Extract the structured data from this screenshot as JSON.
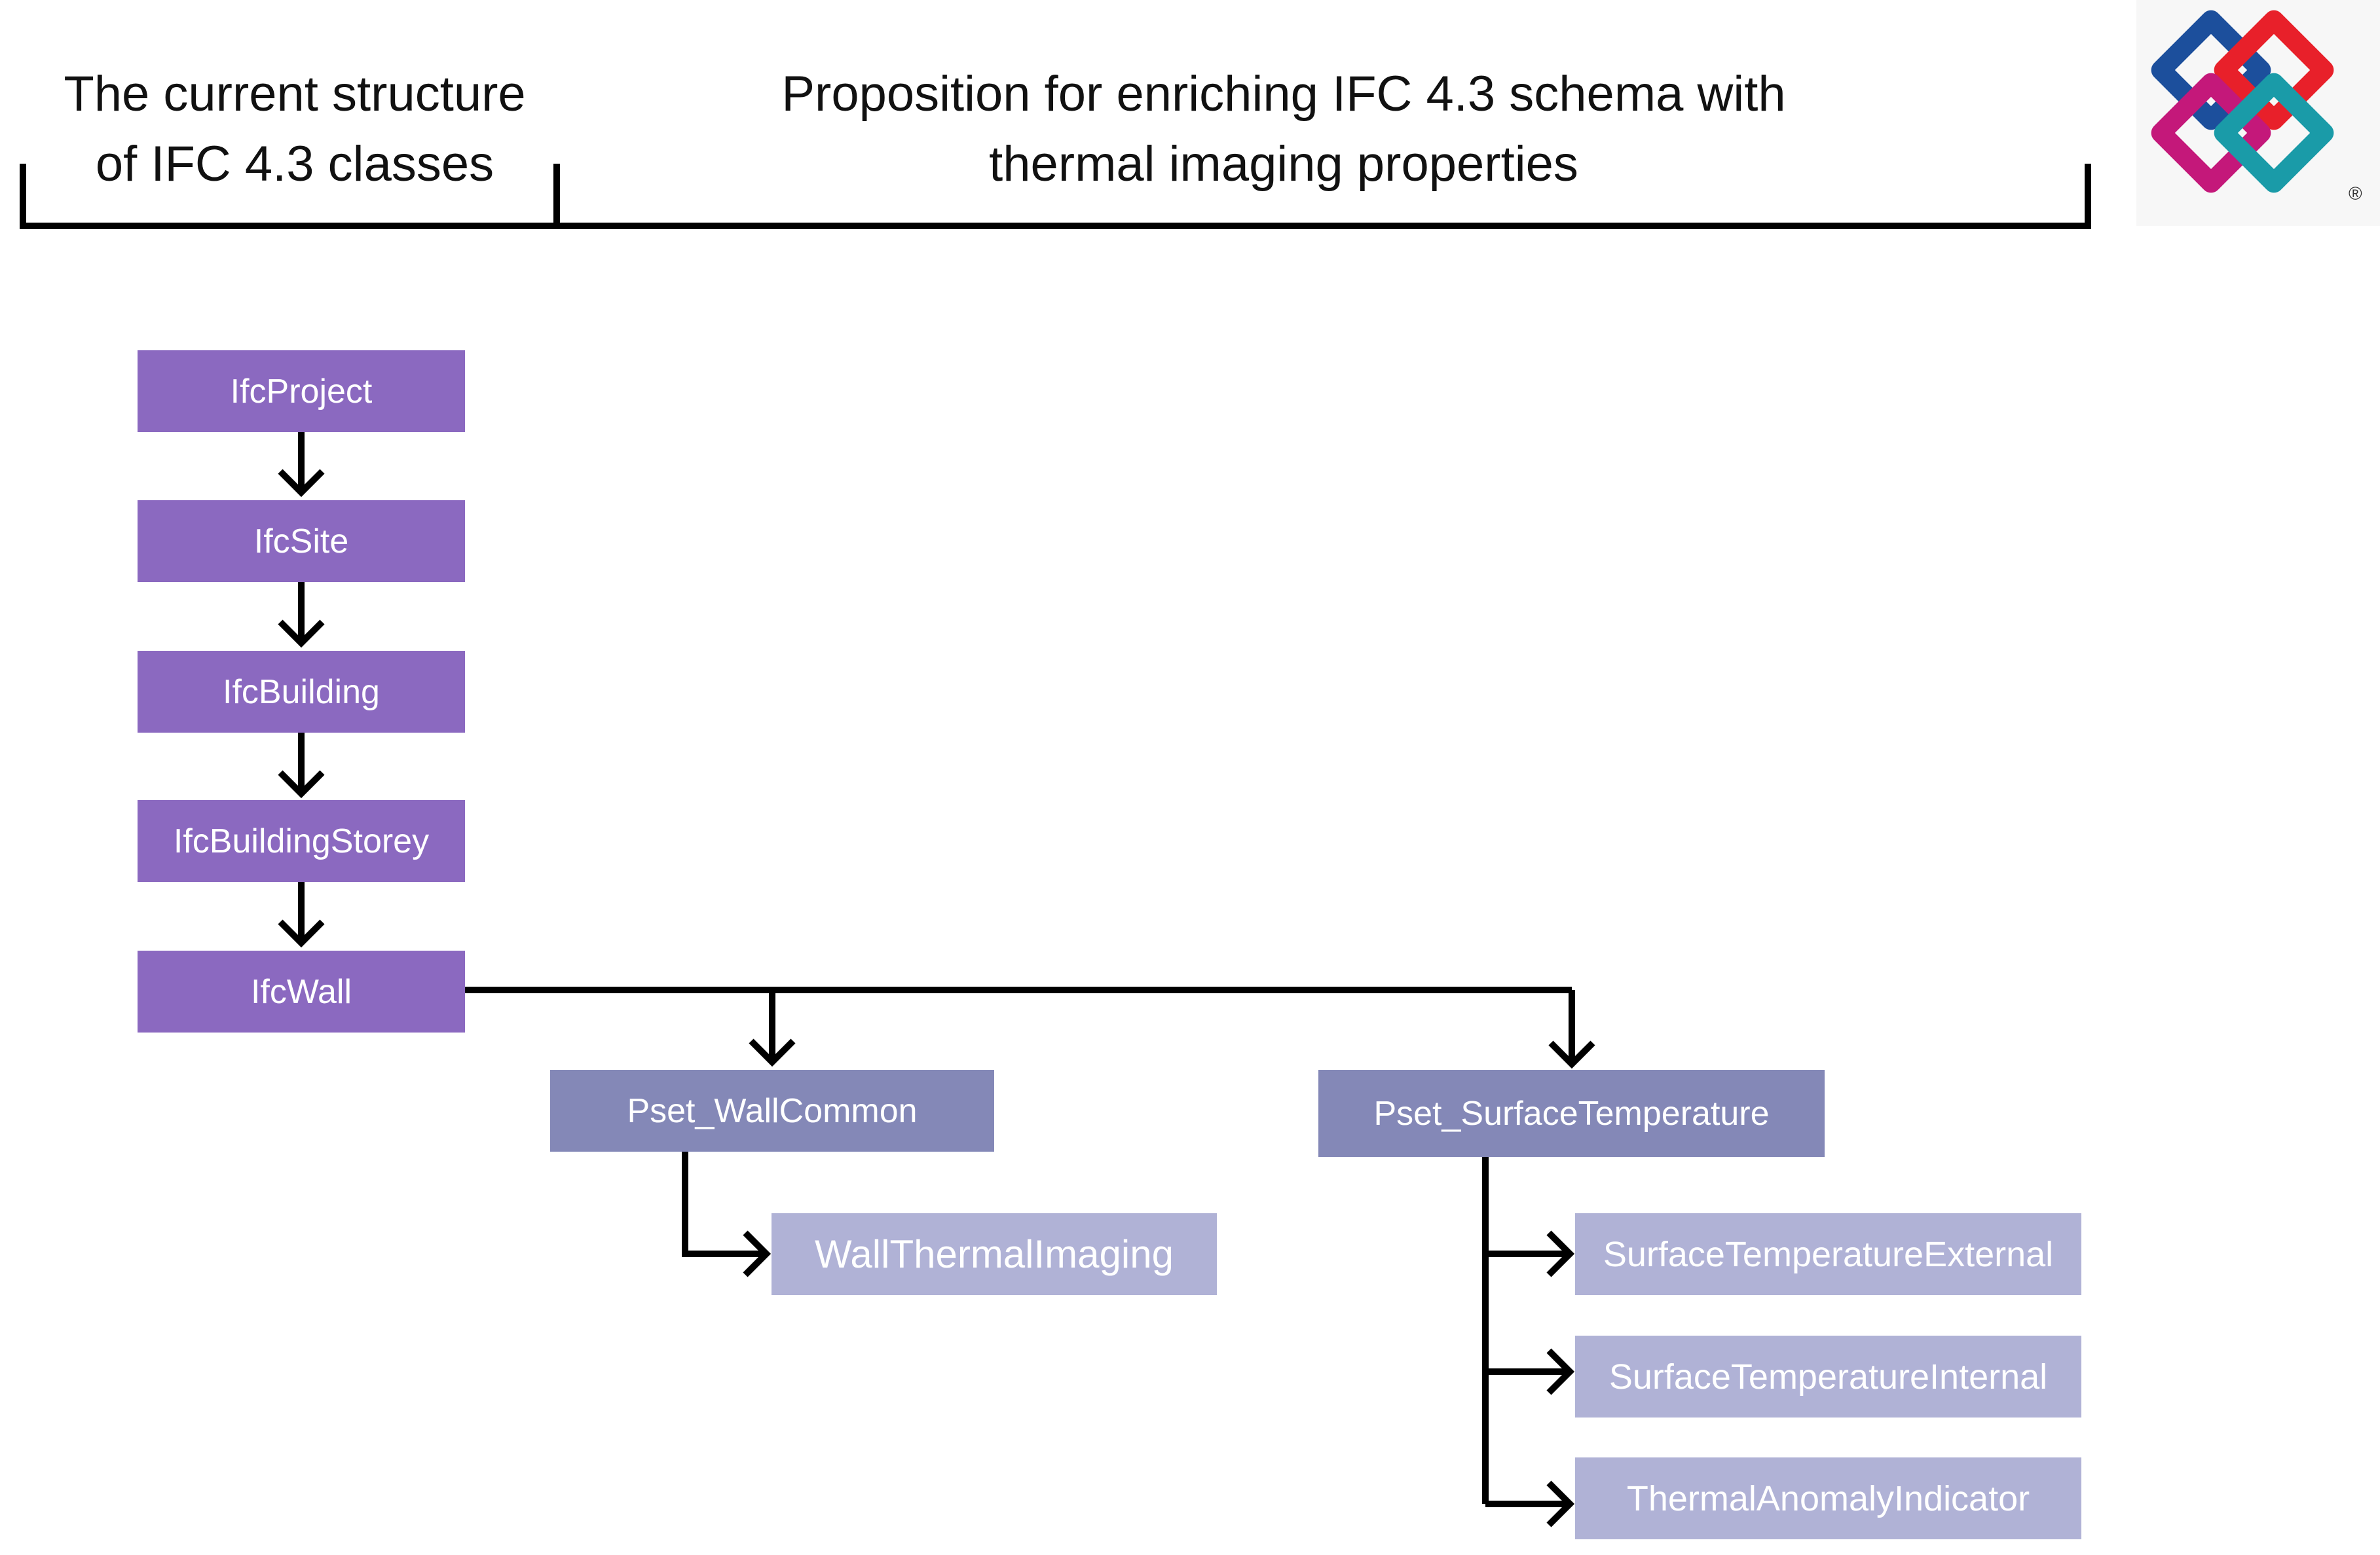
{
  "header": {
    "left_title": [
      "The current structure",
      "of IFC 4.3 classes"
    ],
    "right_title": [
      "Proposition for enriching IFC 4.3 schema with",
      "thermal imaging properties"
    ]
  },
  "hierarchy": {
    "ifc_classes": [
      "IfcProject",
      "IfcSite",
      "IfcBuilding",
      "IfcBuildingStorey",
      "IfcWall"
    ],
    "property_sets": [
      {
        "name": "Pset_WallCommon",
        "properties": [
          "WallThermalImaging"
        ]
      },
      {
        "name": "Pset_SurfaceTemperature",
        "properties": [
          "SurfaceTemperatureExternal",
          "SurfaceTemperatureInternal",
          "ThermalAnomalyIndicator"
        ]
      }
    ]
  },
  "logo": {
    "mark": "®"
  },
  "colors": {
    "ifc_class": "#8b69c0",
    "property_set": "#8488b7",
    "property": "#b0b2d6",
    "line": "#000000",
    "logo_blue": "#1c4f9c",
    "logo_red": "#e8202a",
    "logo_magenta": "#c4187a",
    "logo_teal": "#1a9ba8"
  }
}
